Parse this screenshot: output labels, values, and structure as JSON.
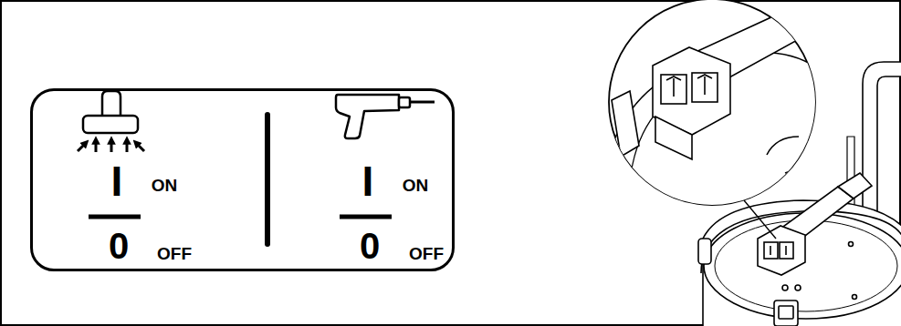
{
  "diagram": {
    "nodes": [
      {
        "text": [
          "I",
          "ON",
          "0",
          "OFF",
          "I",
          "ON",
          "0",
          "OFF"
        ]
      }
    ]
  }
}
